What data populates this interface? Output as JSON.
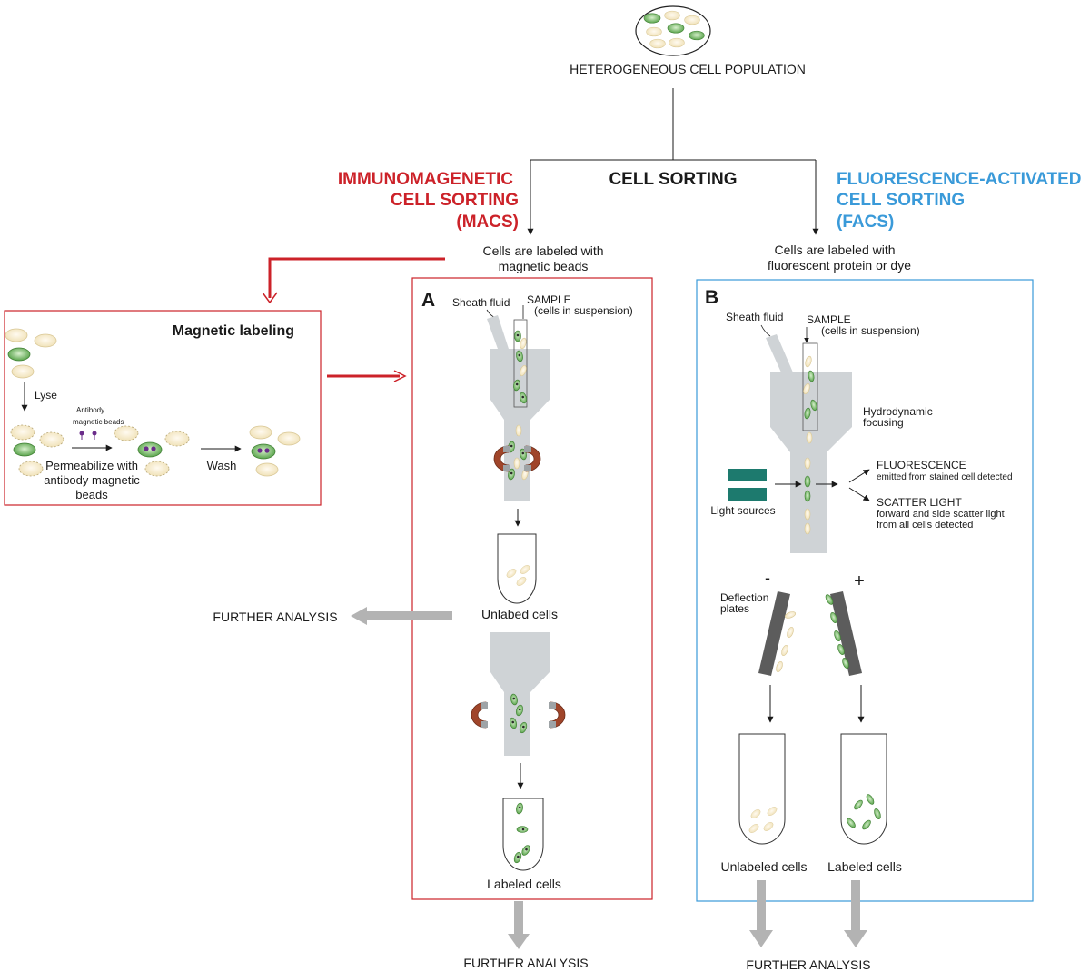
{
  "top": {
    "title": "HETEROGENEOUS CELL POPULATION"
  },
  "center": {
    "title": "CELL SORTING"
  },
  "macs": {
    "title_line1": "IMMUNOMAGENETIC",
    "title_line2": "CELL SORTING",
    "title_line3": "(MACS)",
    "label_line1": "Cells are labeled with",
    "label_line2": "magnetic beads",
    "panel_letter": "A",
    "sheath": "Sheath fluid",
    "sample_line1": "SAMPLE",
    "sample_line2": "(cells in suspension)",
    "unlabeled": "Unlabed cells",
    "labeled": "Labeled cells",
    "further_left": "FURTHER ANALYSIS",
    "further_bottom": "FURTHER ANALYSIS"
  },
  "magnetic": {
    "title": "Magnetic labeling",
    "lyse": "Lyse",
    "antibody_line1": "Antibody",
    "antibody_line2": "magnetic beads",
    "perm_line1": "Permeabilize with",
    "perm_line2": "antibody magnetic",
    "perm_line3": "beads",
    "wash": "Wash"
  },
  "facs": {
    "title_line1": "FLUORESCENCE-ACTIVATED",
    "title_line2": "CELL SORTING",
    "title_line3": "(FACS)",
    "label_line1": "Cells are labeled with",
    "label_line2": "fluorescent protein or dye",
    "panel_letter": "B",
    "sheath": "Sheath fluid",
    "sample_line1": "SAMPLE",
    "sample_line2": "(cells in suspension)",
    "hydro_line1": "Hydrodynamic",
    "hydro_line2": "focusing",
    "fluor_line1": "FLUORESCENCE",
    "fluor_line2": "emitted from stained cell detected",
    "scatter_line1": "SCATTER LIGHT",
    "scatter_line2": "forward and side scatter light",
    "scatter_line3": "from all cells detected",
    "light": "Light sources",
    "deflect_line1": "Deflection",
    "deflect_line2": "plates",
    "minus": "-",
    "plus": "+",
    "unlabeled": "Unlabeled cells",
    "labeled": "Labeled cells",
    "further": "FURTHER ANALYSIS"
  },
  "colors": {
    "macs_red": "#cc2229",
    "facs_blue": "#3a9ad9",
    "gray_device": "#cfd3d6",
    "cell_cream": "#f6ecc8",
    "cell_green": "#5fae4f",
    "magnet_brown": "#a0452a",
    "light_teal": "#1d7a6e"
  }
}
